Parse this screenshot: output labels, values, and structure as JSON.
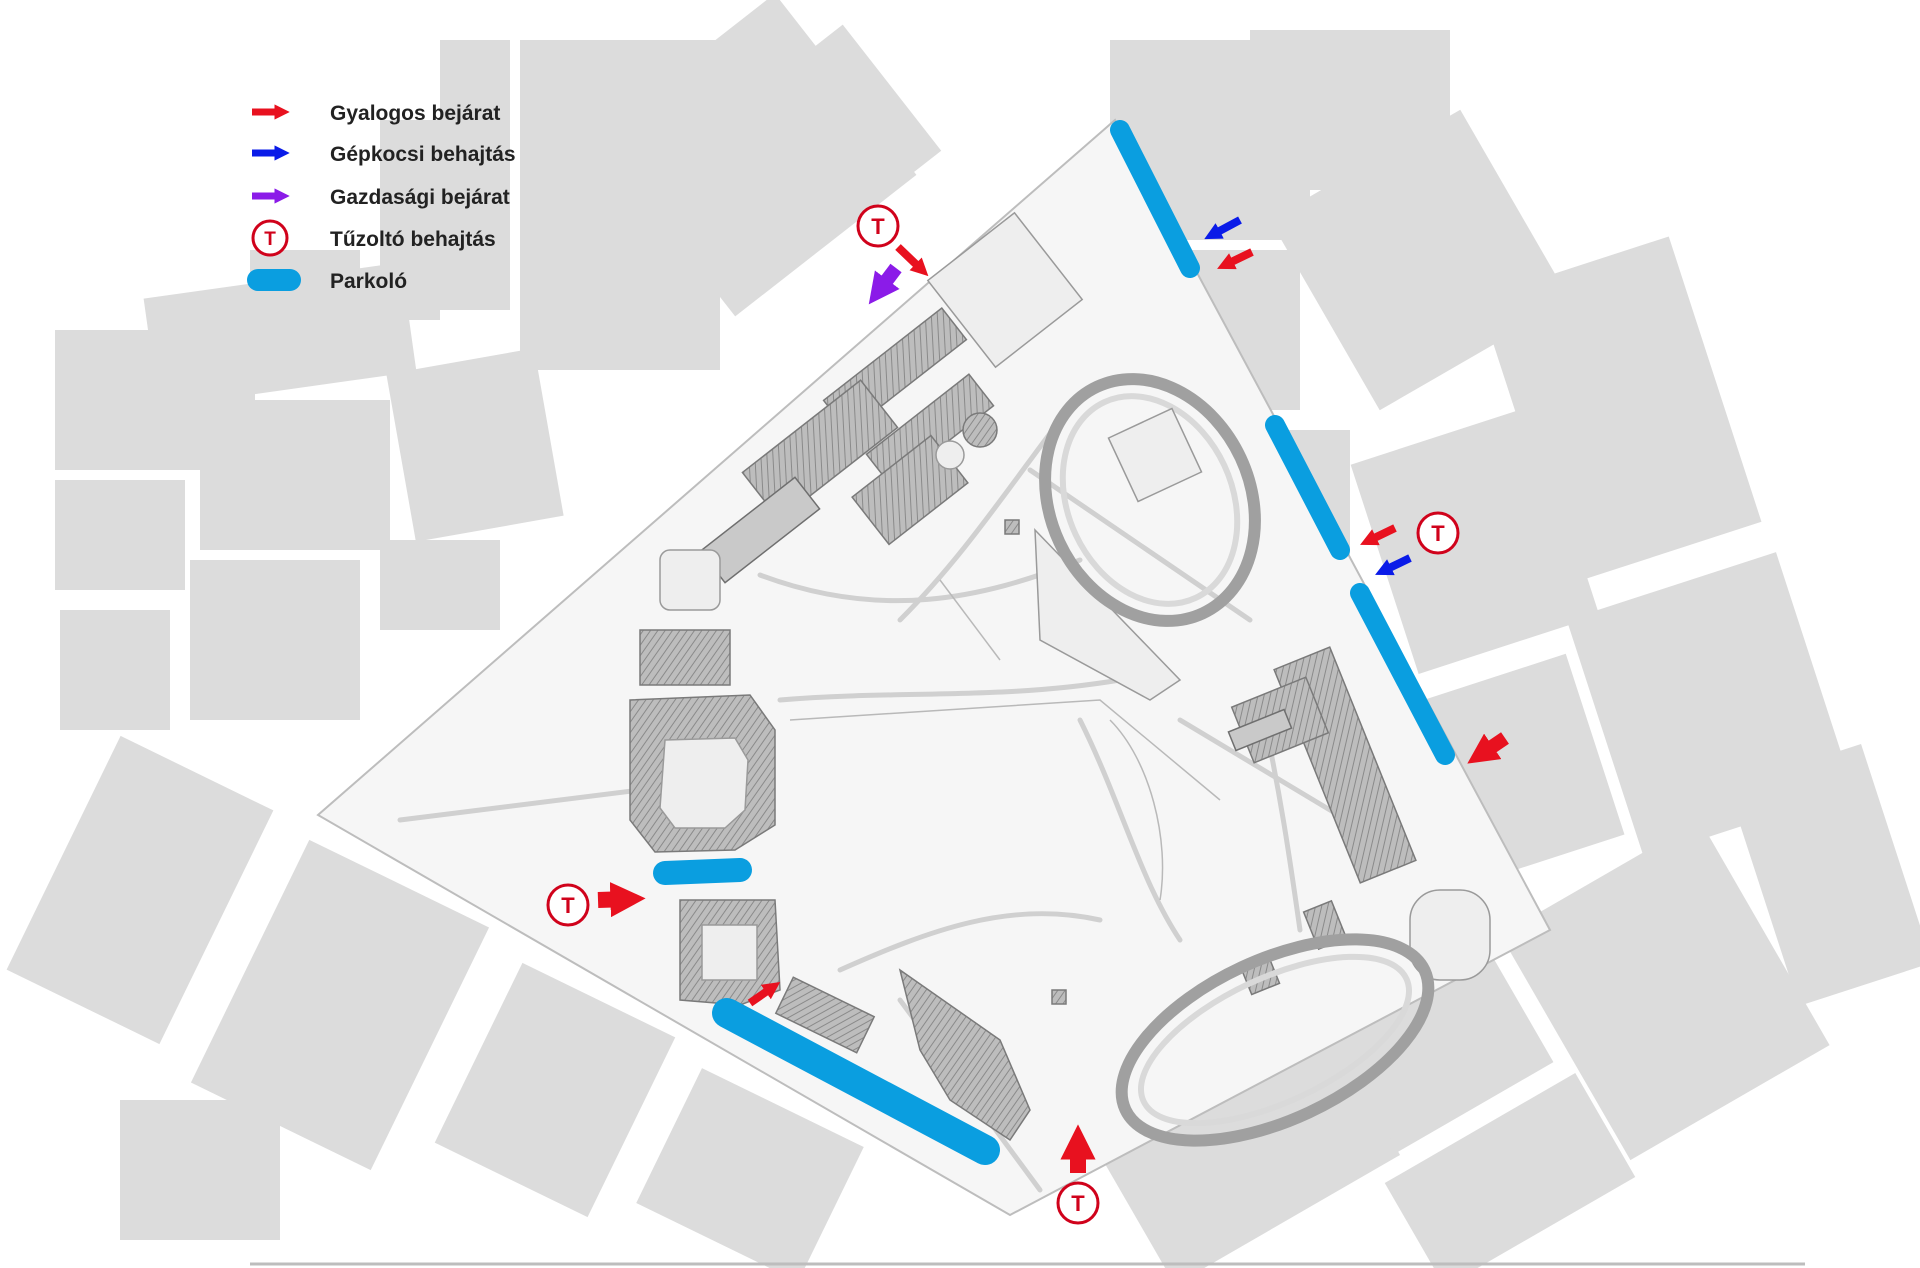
{
  "legend": {
    "items": [
      {
        "label": "Gyalogos bejárat",
        "symbol": "arrow",
        "color": "#e8111f"
      },
      {
        "label": "Gépkocsi behajtás",
        "symbol": "arrow",
        "color": "#0a1be8"
      },
      {
        "label": "Gazdasági bejárat",
        "symbol": "arrow",
        "color": "#8b1be8"
      },
      {
        "label": "Tűzoltó behajtás",
        "symbol": "fire-access-circle",
        "color": "#d0021b"
      },
      {
        "label": "Parkoló",
        "symbol": "parking-bar",
        "color": "#0a9ee0"
      }
    ]
  },
  "fire_access_letter": "T",
  "colors": {
    "pedestrian": "#e8111f",
    "vehicle": "#0a1be8",
    "service": "#8b1be8",
    "fire": "#d0021b",
    "parking": "#0a9ee0",
    "blocks": "#dcdcdc",
    "park": "#f6f6f6"
  }
}
